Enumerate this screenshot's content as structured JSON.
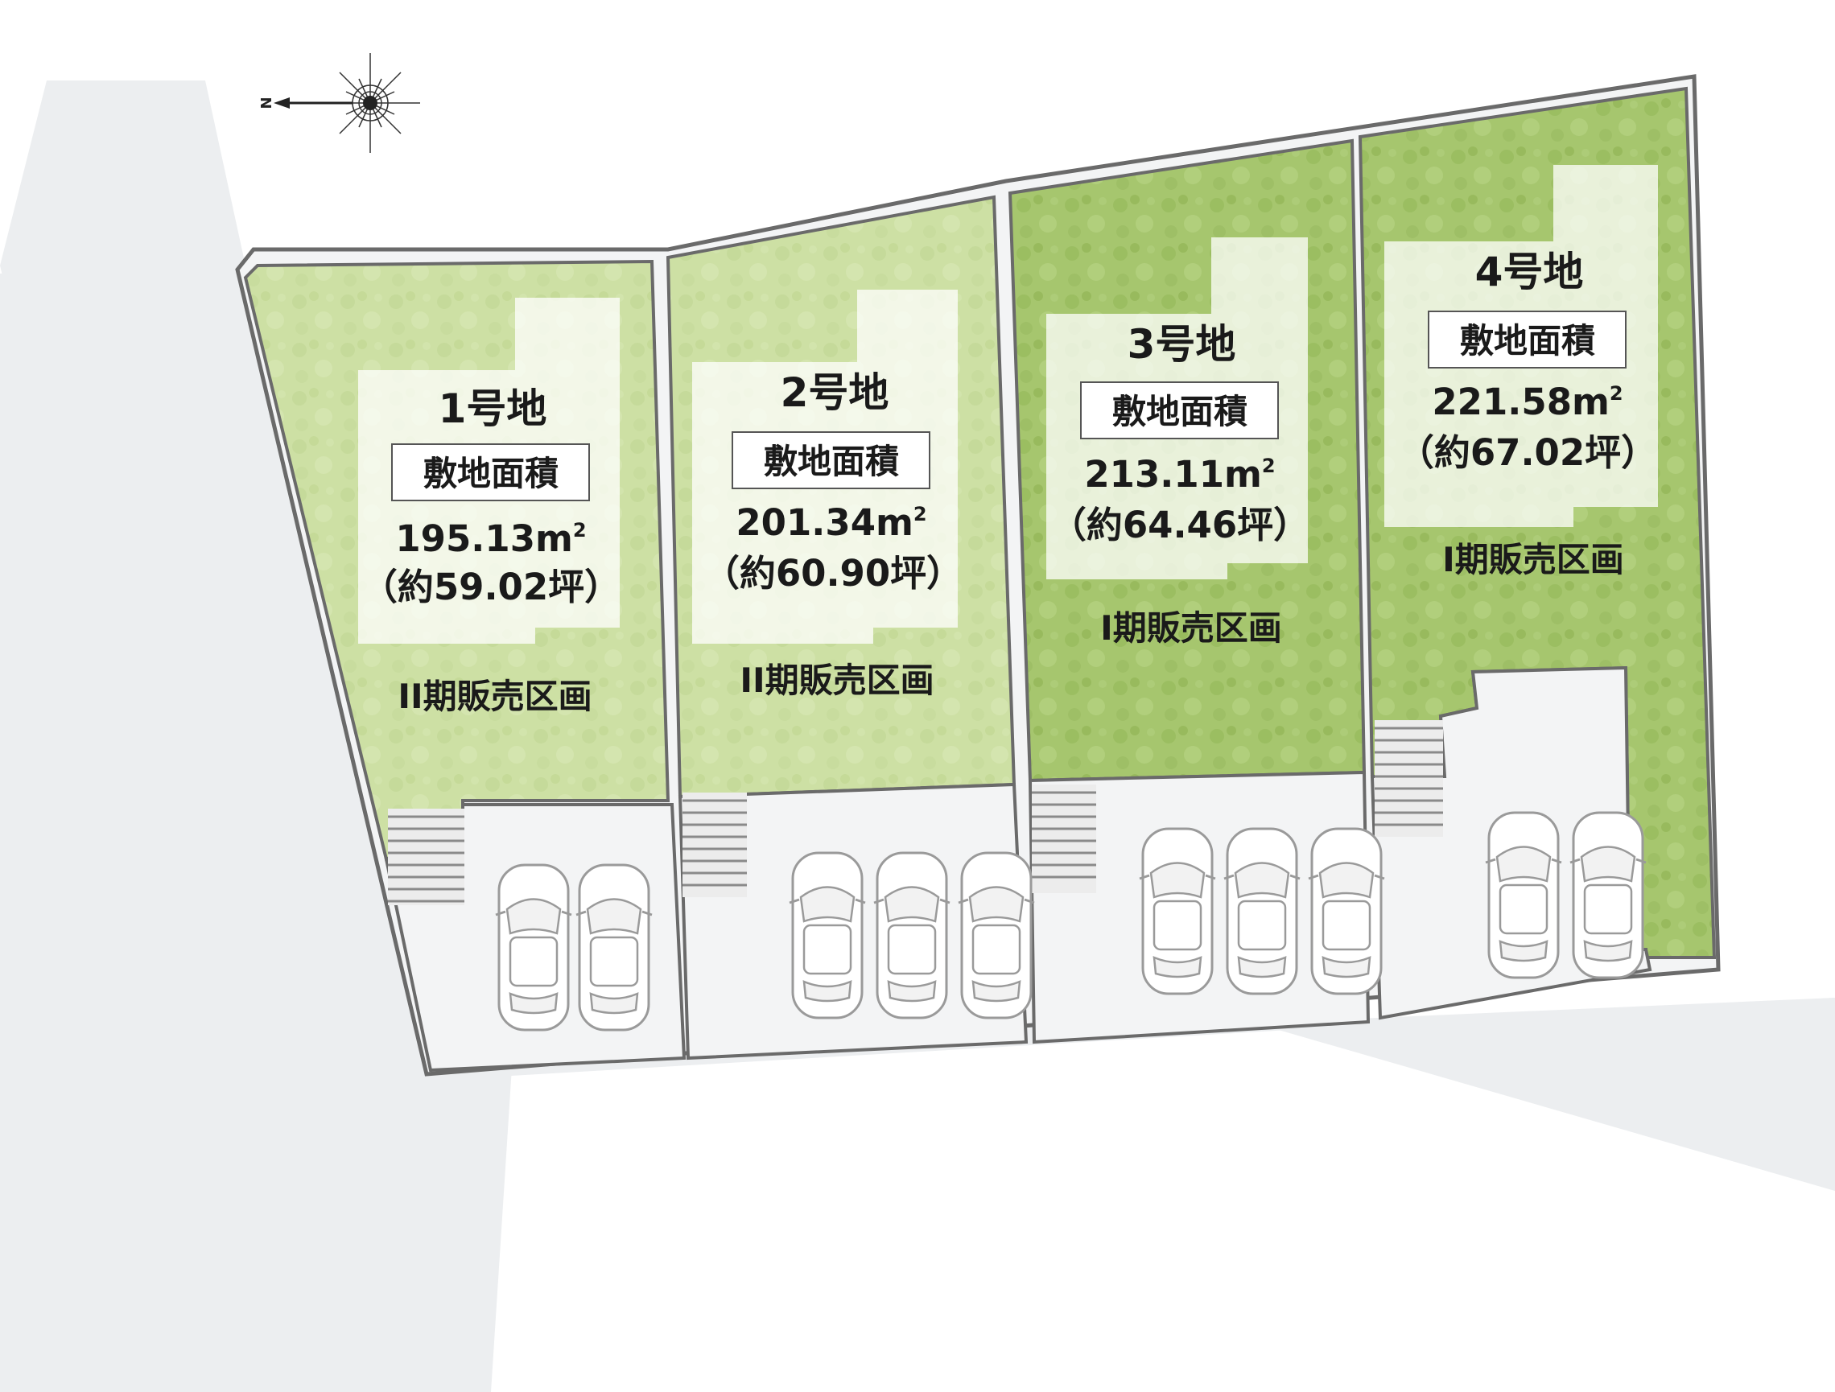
{
  "compass": {
    "north_label": "N",
    "icon": "compass-rose-icon"
  },
  "colors": {
    "road": "#eceef0",
    "lot_green_light": "#cfe0a8",
    "lot_green_dark": "#a9c873",
    "parking": "#f3f4f5",
    "border": "#6a6a6a",
    "label_box": "#ffffff"
  },
  "area_label": "敷地面積",
  "lots": [
    {
      "name": "1号地",
      "area_m2": "195.13m",
      "area_tsubo": "（約59.02坪）",
      "phase": "II期販売区画",
      "parking_spaces": 2
    },
    {
      "name": "2号地",
      "area_m2": "201.34m",
      "area_tsubo": "（約60.90坪）",
      "phase": "II期販売区画",
      "parking_spaces": 3
    },
    {
      "name": "3号地",
      "area_m2": "213.11m",
      "area_tsubo": "（約64.46坪）",
      "phase": "I期販売区画",
      "parking_spaces": 3
    },
    {
      "name": "4号地",
      "area_m2": "221.58m",
      "area_tsubo": "（約67.02坪）",
      "phase": "I期販売区画",
      "parking_spaces": 2
    }
  ],
  "unit_sup": "2"
}
